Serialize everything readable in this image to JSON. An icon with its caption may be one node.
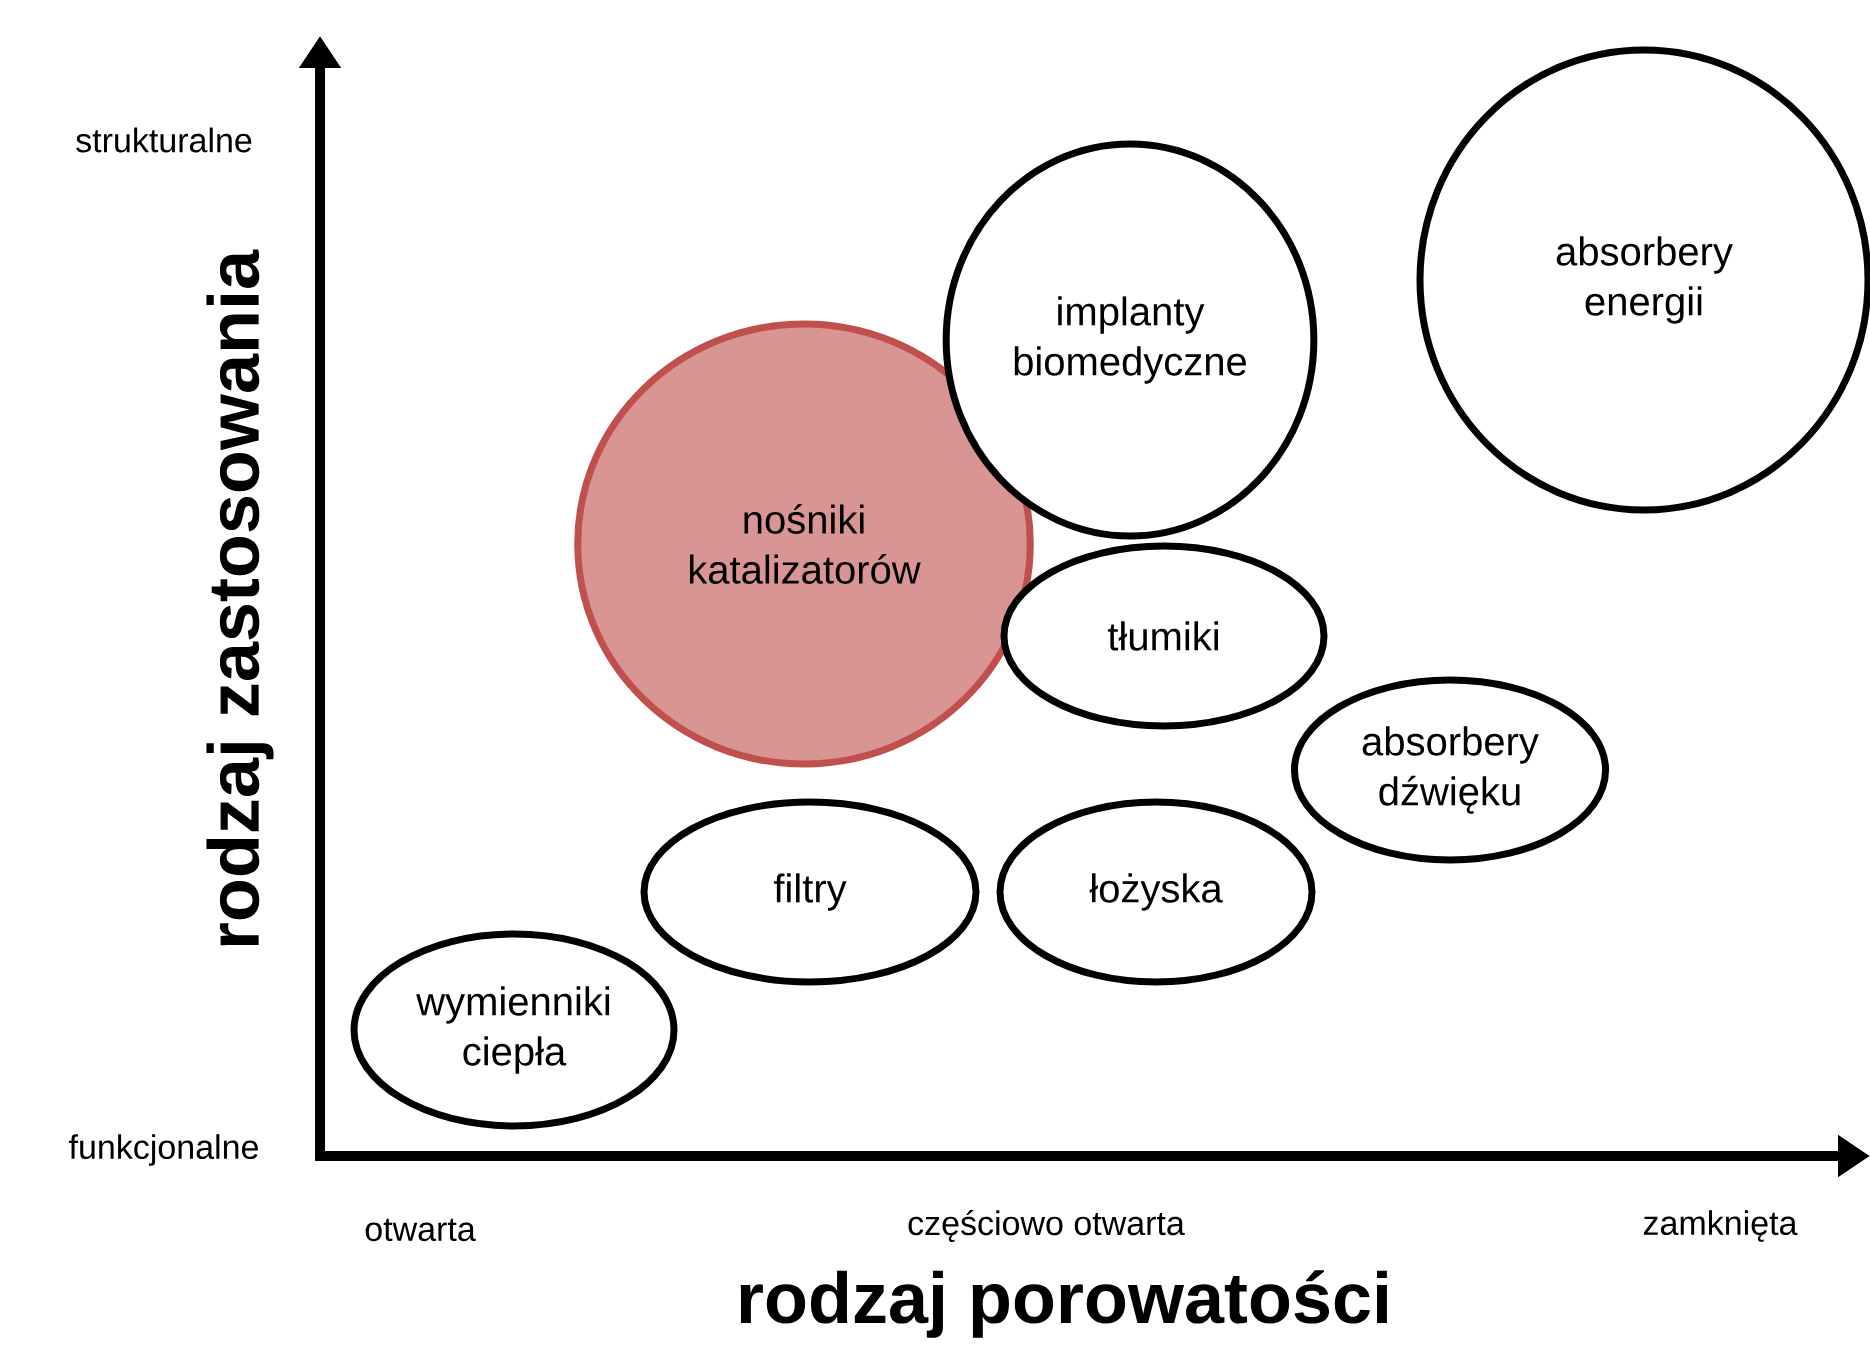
{
  "diagram": {
    "nodes": [
      {
        "text": [
          "wymienniki ciepła"
        ]
      },
      {
        "text": [
          "filtry"
        ]
      },
      {
        "text": [
          "nośniki katalizatorów"
        ]
      },
      {
        "text": [
          "implanty biomedyczne"
        ]
      },
      {
        "text": [
          "tłumiki"
        ]
      },
      {
        "text": [
          "łożyska"
        ]
      },
      {
        "text": [
          "absorbery dźwięku"
        ]
      },
      {
        "text": [
          "absorbery energii"
        ]
      }
    ],
    "edges": [],
    "labels": [
      "strukturalne",
      "rodzaj zastosowania",
      "funkcjonalne",
      "otwarta",
      "częściowo otwarta",
      "zamknięta",
      "rodzaj porowatości"
    ]
  }
}
